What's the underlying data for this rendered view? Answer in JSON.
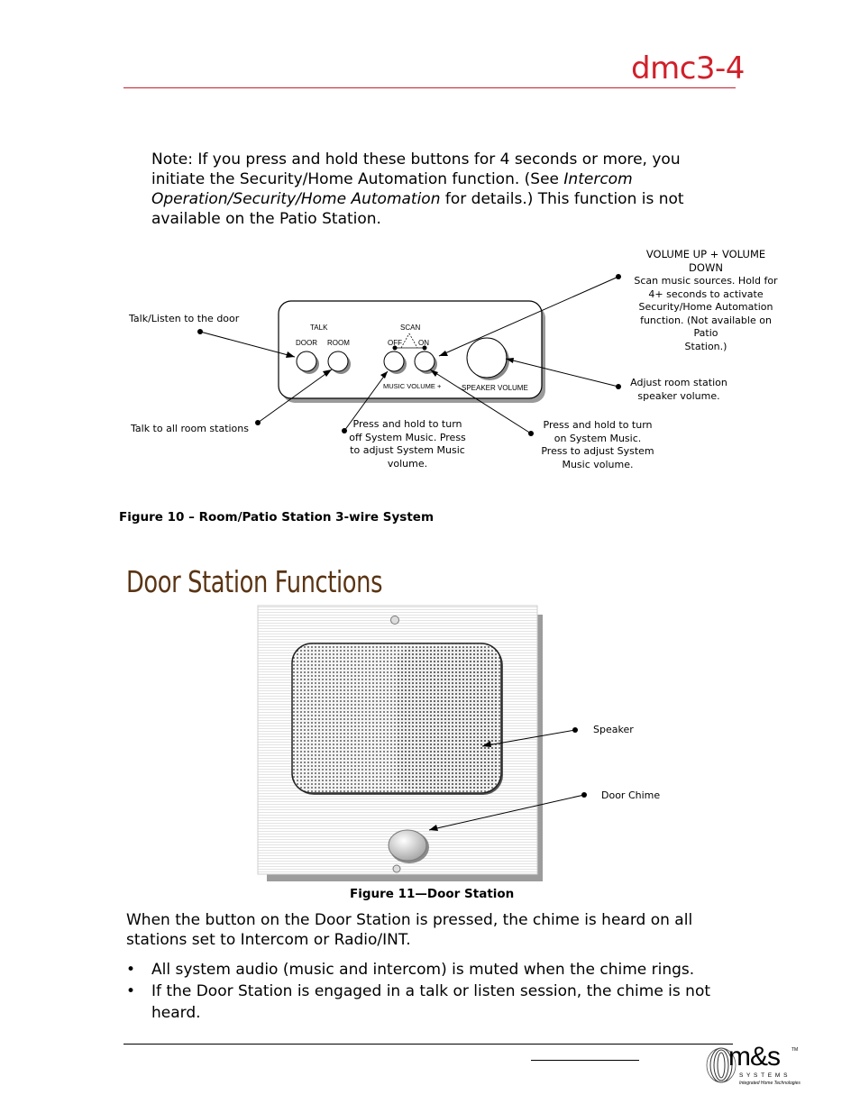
{
  "header": {
    "title": "dmc3-4"
  },
  "note": {
    "part1": "Note: If you press and hold these buttons for 4 seconds or more, you initiate the Security/Home Automation function. (See ",
    "italic": "Intercom Operation/Security/Home Automation",
    "part2": " for details.) This function is not available on the Patio Station."
  },
  "figure10": {
    "panel_labels": {
      "talk": "TALK",
      "door": "DOOR",
      "room": "ROOM",
      "scan": "SCAN",
      "off": "OFF",
      "on": "ON",
      "music_volume": "MUSIC VOLUME +",
      "speaker_volume": "SPEAKER VOLUME"
    },
    "callouts": {
      "talk_listen": "Talk/Listen to the door",
      "talk_all": "Talk to all room stations",
      "off_note": [
        "Press and hold to turn",
        "off System Music. Press",
        "to adjust System Music",
        "volume."
      ],
      "on_note": [
        "Press and hold to turn",
        "on System Music.",
        "Press to adjust System",
        "Music volume."
      ],
      "vol_title": [
        "VOLUME UP + VOLUME",
        "DOWN"
      ],
      "vol_note": [
        "Scan music sources. Hold for",
        "4+ seconds to activate",
        "Security/Home Automation",
        "function. (Not available on Patio",
        "Station.)"
      ],
      "speaker_adjust": [
        "Adjust room station",
        "speaker volume."
      ]
    },
    "caption": "Figure 10 – Room/Patio Station 3-wire System"
  },
  "section_heading": "Door Station Functions",
  "figure11": {
    "callouts": {
      "speaker": "Speaker",
      "door_chime": "Door Chime"
    },
    "caption": "Figure 11—Door Station"
  },
  "body_text": "When the button on the Door Station is pressed, the chime is heard on all stations set to Intercom or Radio/INT.",
  "bullets": [
    "All system audio (music and intercom) is muted when the chime rings.",
    "If the Door Station is engaged in a talk or listen session, the chime is not heard."
  ],
  "footer": {
    "logo_text": "m&s",
    "logo_sub": "S Y S T E M S",
    "logo_tagline": "Integrated Home Technologies",
    "logo_tm": "TM"
  }
}
